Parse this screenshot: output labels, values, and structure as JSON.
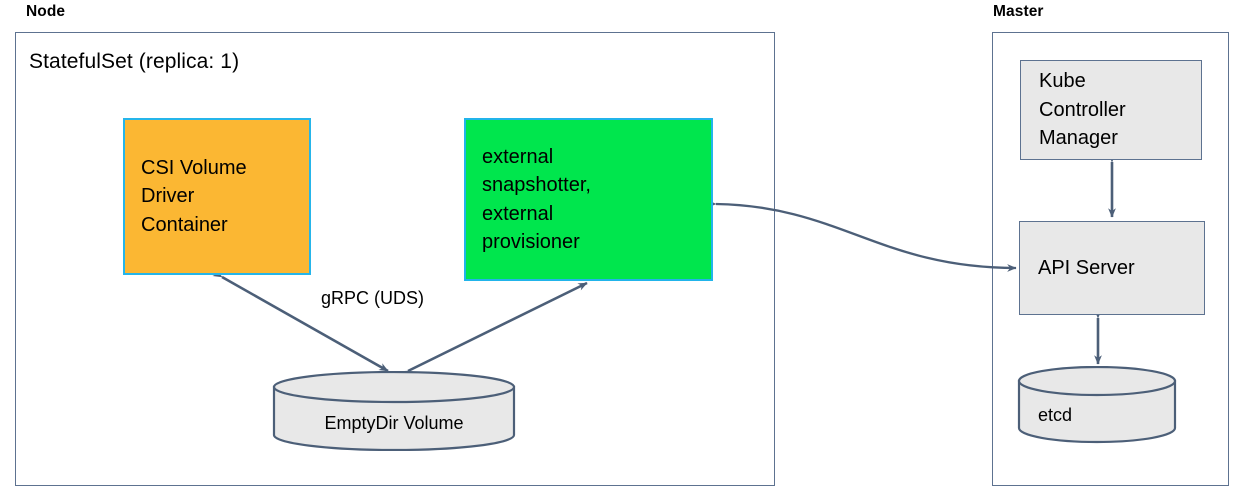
{
  "diagram": {
    "title_node": "Node",
    "title_master": "Master",
    "statefulset_title": "StatefulSet (replica: 1)",
    "colors": {
      "csi_fill": "#fbb733",
      "csi_border": "#25b5ea",
      "green_fill": "#00e64d",
      "green_border": "#21b4ea",
      "grey_fill": "#e8e8e8",
      "outline": "#5d7290",
      "text": "#000000",
      "background": "#ffffff"
    },
    "groups": [
      {
        "name": "node",
        "label": "Node"
      },
      {
        "name": "master",
        "label": "Master"
      }
    ],
    "nodes": [
      {
        "id": "csi-volume-driver-container",
        "label": "CSI Volume\nDriver\nContainer",
        "shape": "rect",
        "style": "orange"
      },
      {
        "id": "external-snapshotter-provisioner",
        "label": "external\nsnapshotter,\nexternal\nprovisioner",
        "shape": "rect",
        "style": "green"
      },
      {
        "id": "emptydir-volume",
        "label": "EmptyDir Volume",
        "shape": "cylinder",
        "style": "grey"
      },
      {
        "id": "kube-controller-manager",
        "label": "Kube\nController\nManager",
        "shape": "rect",
        "style": "grey"
      },
      {
        "id": "api-server",
        "label": "API Server",
        "shape": "rect",
        "style": "grey"
      },
      {
        "id": "etcd",
        "label": "etcd",
        "shape": "cylinder",
        "style": "grey"
      }
    ],
    "edges": [
      {
        "id": "csi-to-emptydir",
        "from": "csi-volume-driver-container",
        "to": "emptydir-volume",
        "label": "gRPC (UDS)",
        "arrows": "both"
      },
      {
        "id": "emptydir-to-external",
        "from": "emptydir-volume",
        "to": "external-snapshotter-provisioner",
        "label": "",
        "arrows": "both"
      },
      {
        "id": "external-to-apiserver",
        "from": "external-snapshotter-provisioner",
        "to": "api-server",
        "label": "",
        "arrows": "both"
      },
      {
        "id": "kcm-to-apiserver",
        "from": "kube-controller-manager",
        "to": "api-server",
        "label": "",
        "arrows": "both"
      },
      {
        "id": "apiserver-to-etcd",
        "from": "api-server",
        "to": "etcd",
        "label": "",
        "arrows": "both"
      }
    ],
    "edge_labels": {
      "grpc_uds": "gRPC (UDS)"
    }
  }
}
